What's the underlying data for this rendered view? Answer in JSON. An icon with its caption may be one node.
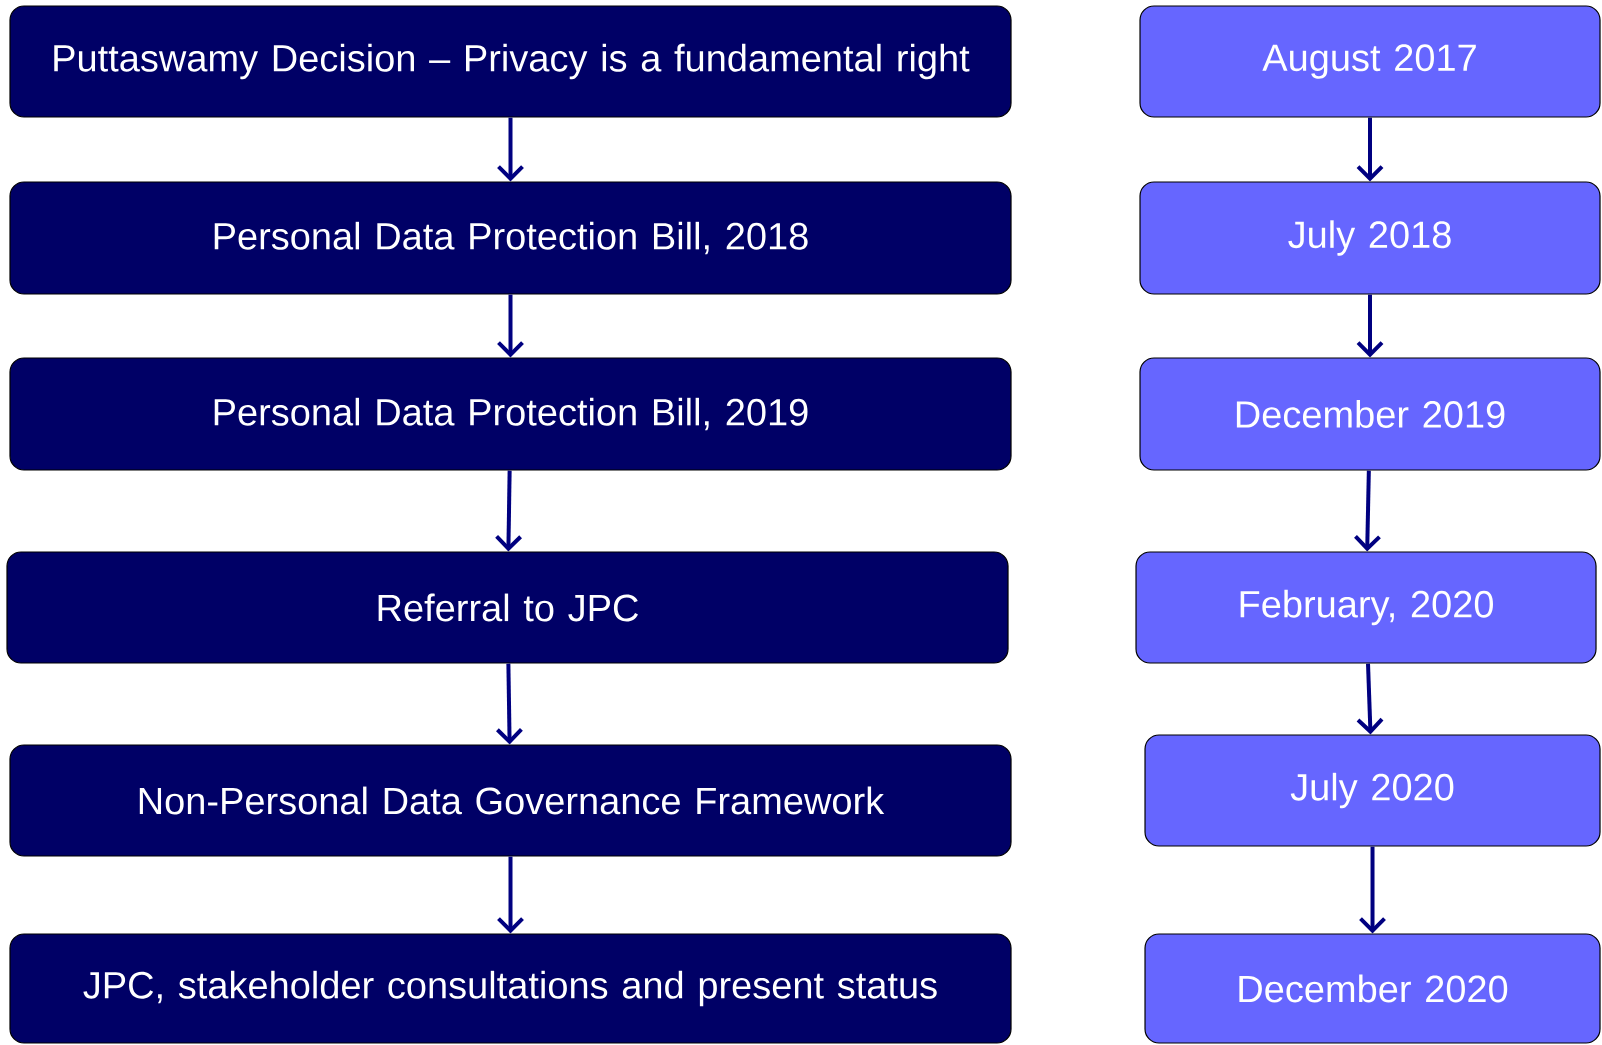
{
  "diagram": {
    "nodes": [
      {
        "text": [
          "Puttaswamy Decision – Privacy is a fundamental right"
        ]
      },
      {
        "text": [
          "Personal Data Protection Bill, 2018"
        ]
      },
      {
        "text": [
          "Personal Data Protection Bill, 2019"
        ]
      },
      {
        "text": [
          "Referral to JPC"
        ]
      },
      {
        "text": [
          "Non-Personal Data Governance Framework"
        ]
      },
      {
        "text": [
          "JPC, stakeholder consultations and present status"
        ]
      },
      {
        "text": [
          "August 2017"
        ]
      },
      {
        "text": [
          "July 2018"
        ]
      },
      {
        "text": [
          "December 2019"
        ]
      },
      {
        "text": [
          "February, 2020"
        ]
      },
      {
        "text": [
          "July 2020"
        ]
      },
      {
        "text": [
          "December 2020"
        ]
      }
    ],
    "edges": [
      {
        "from": 0,
        "to": 1,
        "arrow": "to"
      },
      {
        "from": 1,
        "to": 2,
        "arrow": "to"
      },
      {
        "from": 2,
        "to": 3,
        "arrow": "to"
      },
      {
        "from": 3,
        "to": 4,
        "arrow": "to"
      },
      {
        "from": 4,
        "to": 5,
        "arrow": "to"
      },
      {
        "from": 6,
        "to": 7,
        "arrow": "to"
      },
      {
        "from": 7,
        "to": 8,
        "arrow": "to"
      },
      {
        "from": 8,
        "to": 9,
        "arrow": "to"
      },
      {
        "from": 9,
        "to": 10,
        "arrow": "to"
      },
      {
        "from": 10,
        "to": 11,
        "arrow": "to"
      }
    ]
  }
}
